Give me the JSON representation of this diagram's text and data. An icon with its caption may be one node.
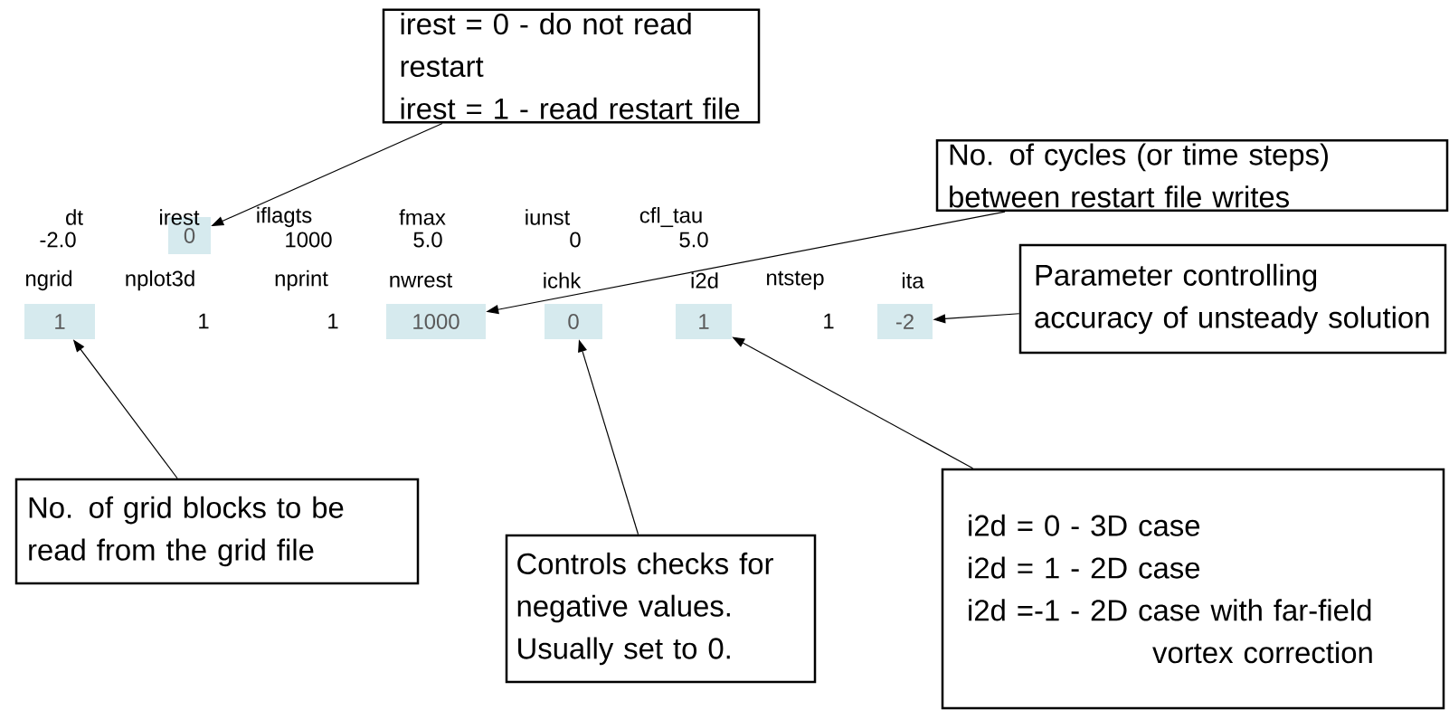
{
  "diagram": {
    "nodes": [
      {
        "text": [
          "irest = 0 - do not read restart",
          "irest = 1 - read restart file"
        ]
      },
      {
        "text": [
          "No. of cycles (or time steps) between restart file writes"
        ]
      },
      {
        "text": [
          "0"
        ]
      },
      {
        "text": [
          "1"
        ]
      },
      {
        "text": [
          "1000"
        ]
      },
      {
        "text": [
          "0"
        ]
      },
      {
        "text": [
          "1"
        ]
      },
      {
        "text": [
          "-2"
        ]
      },
      {
        "text": [
          "Parameter controlling accuracy of unsteady solution"
        ]
      },
      {
        "text": [
          "No. of grid blocks to be read from the grid file"
        ]
      },
      {
        "text": [
          "Controls checks for negative values. Usually set to 0."
        ]
      },
      {
        "text": [
          "i2d = 0 - 3D case",
          "i2d = 1 - 2D case",
          "i2d =-1 - 2D case with far-field vortex correction"
        ]
      }
    ],
    "edges": [
      {
        "from": 0,
        "to": 2,
        "arrow": "to"
      },
      {
        "from": 1,
        "to": 4,
        "arrow": "to"
      },
      {
        "from": 8,
        "to": 7,
        "arrow": "to"
      },
      {
        "from": 9,
        "to": 3,
        "arrow": "to"
      },
      {
        "from": 10,
        "to": 5,
        "arrow": "to"
      },
      {
        "from": 11,
        "to": 6,
        "arrow": "to"
      }
    ],
    "labels": [
      "dt",
      "irest",
      "iflagts",
      "fmax",
      "iunst",
      "cfl_tau",
      "-2.0",
      "1000",
      "5.0",
      "0",
      "5.0",
      "ngrid",
      "nplot3d",
      "nprint",
      "nwrest",
      "ichk",
      "i2d",
      "ntstep",
      "ita",
      "1",
      "1",
      "1"
    ]
  }
}
